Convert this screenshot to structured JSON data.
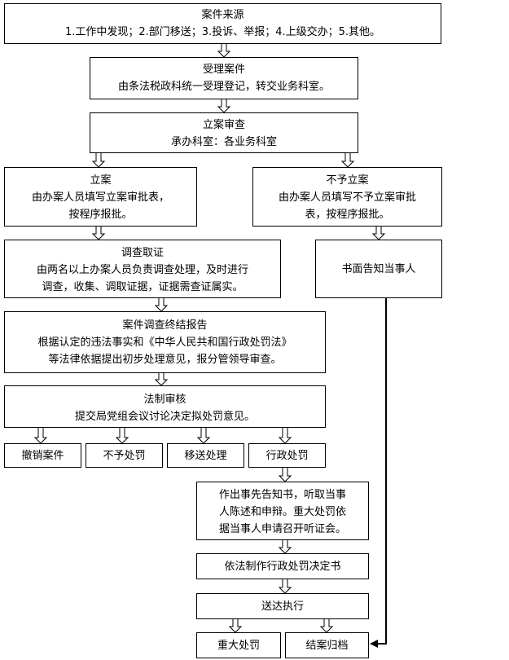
{
  "nodes": {
    "source": {
      "title": "案件来源",
      "lines": [
        "1.工作中发现；2.部门移送；3.投诉、举报；4.上级交办；5.其他。"
      ]
    },
    "accept": {
      "title": "受理案件",
      "lines": [
        "由条法税政科统一受理登记，转交业务科室。"
      ]
    },
    "review": {
      "title": "立案审查",
      "lines": [
        "承办科室：各业务科室"
      ]
    },
    "file_case": {
      "title": "立案",
      "lines": [
        "由办案人员填写立案审批表，",
        "按程序报批。"
      ]
    },
    "no_file": {
      "title": "不予立案",
      "lines": [
        "由办案人员填写不予立案审批",
        "表，按程序报批。"
      ]
    },
    "investigate": {
      "title": "调查取证",
      "lines": [
        "由两名以上办案人员负责调查处理，及时进行",
        "调查，收集、调取证据，证据需查证属实。"
      ]
    },
    "notify_party": {
      "title": "",
      "lines": [
        "书面告知当事人"
      ]
    },
    "final_report": {
      "title": "案件调查终结报告",
      "lines": [
        "根据认定的违法事实和《中华人民共和国行政处罚法》",
        "等法律依据提出初步处理意见，报分管领导审查。"
      ]
    },
    "legal_review": {
      "title": "法制审核",
      "lines": [
        "提交局党组会议讨论决定拟处罚意见。"
      ]
    },
    "revoke": {
      "title": "",
      "lines": [
        "撤销案件"
      ]
    },
    "no_penalty": {
      "title": "",
      "lines": [
        "不予处罚"
      ]
    },
    "transfer": {
      "title": "",
      "lines": [
        "移送处理"
      ]
    },
    "admin_penalty": {
      "title": "",
      "lines": [
        "行政处罚"
      ]
    },
    "prior_notice": {
      "title": "",
      "lines": [
        "作出事先告知书，听取当事",
        "人陈述和申辩。重大处罚依",
        "据当事人申请召开听证会。"
      ]
    },
    "decision": {
      "title": "",
      "lines": [
        "依法制作行政处罚决定书"
      ]
    },
    "delivery": {
      "title": "",
      "lines": [
        "送达执行"
      ]
    },
    "major_penalty": {
      "title": "",
      "lines": [
        "重大处罚"
      ]
    },
    "archive": {
      "title": "",
      "lines": [
        "结案归档"
      ]
    }
  }
}
